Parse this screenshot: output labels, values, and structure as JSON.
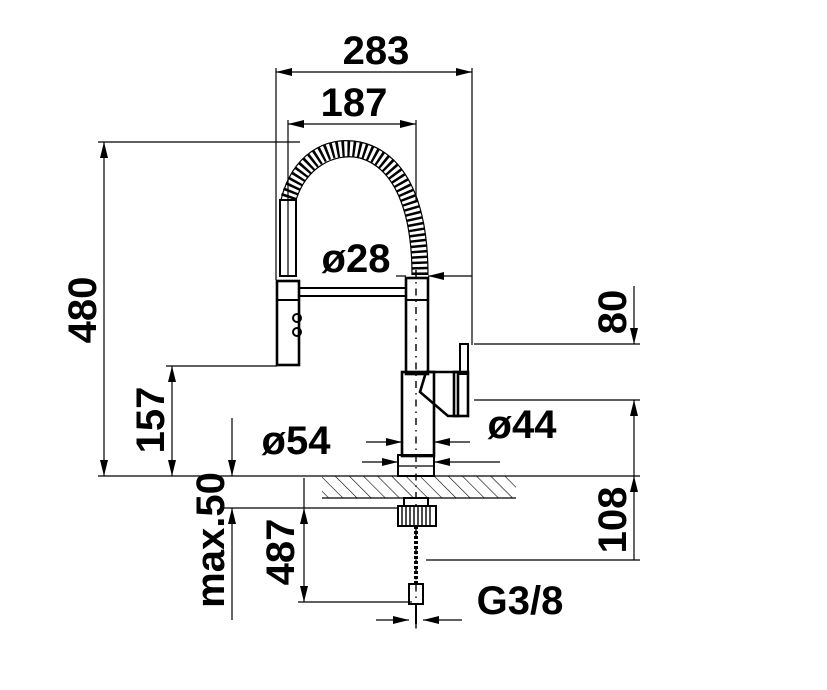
{
  "dimensions": {
    "overall_width": "283",
    "spout_reach": "187",
    "diameter_spout": "ø28",
    "height_total": "480",
    "height_spray_head": "157",
    "lever_height": "80",
    "base_diameter": "ø54",
    "body_diameter": "ø44",
    "max_counter_thickness": "max.50",
    "hose_length": "487",
    "below_counter": "108",
    "connection_thread": "G3/8"
  }
}
